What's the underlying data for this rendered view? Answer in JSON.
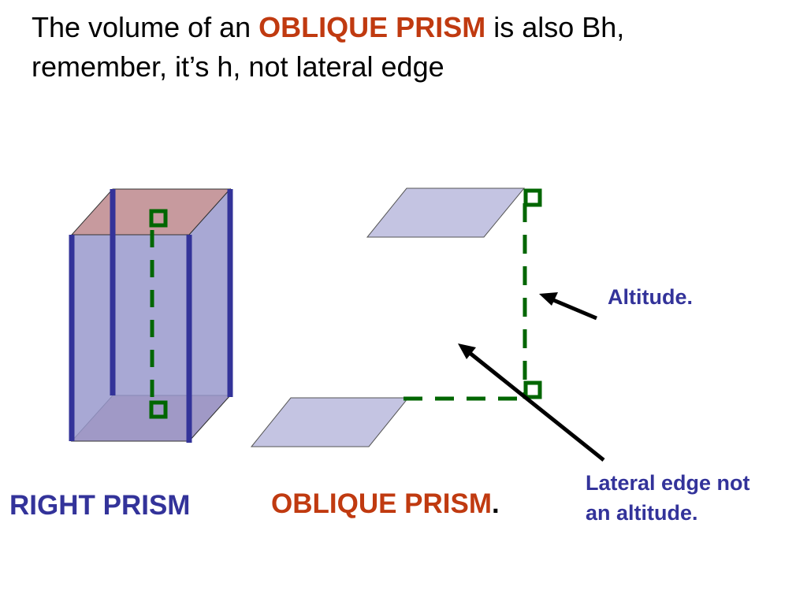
{
  "slide": {
    "title": {
      "part1": "The volume of an ",
      "accent": "OBLIQUE PRISM",
      "part2": " is also Bh,",
      "line2": "remember, it’s h, not lateral edge"
    },
    "labels": {
      "right_prism": "RIGHT PRISM",
      "oblique_prism": "OBLIQUE PRISM",
      "oblique_period": ".",
      "altitude": "Altitude.",
      "lateral_line1": "Lateral edge not",
      "lateral_line2": "an altitude."
    }
  },
  "colors": {
    "accent": "#c03a10",
    "label_blue": "#33339a",
    "prism_face": "#9999cc",
    "prism_base": "#c79a9e",
    "prism_edge": "#333399",
    "oblique_base": "#c4c4e2",
    "altitude_green": "#006600",
    "arrow": "#000000"
  }
}
